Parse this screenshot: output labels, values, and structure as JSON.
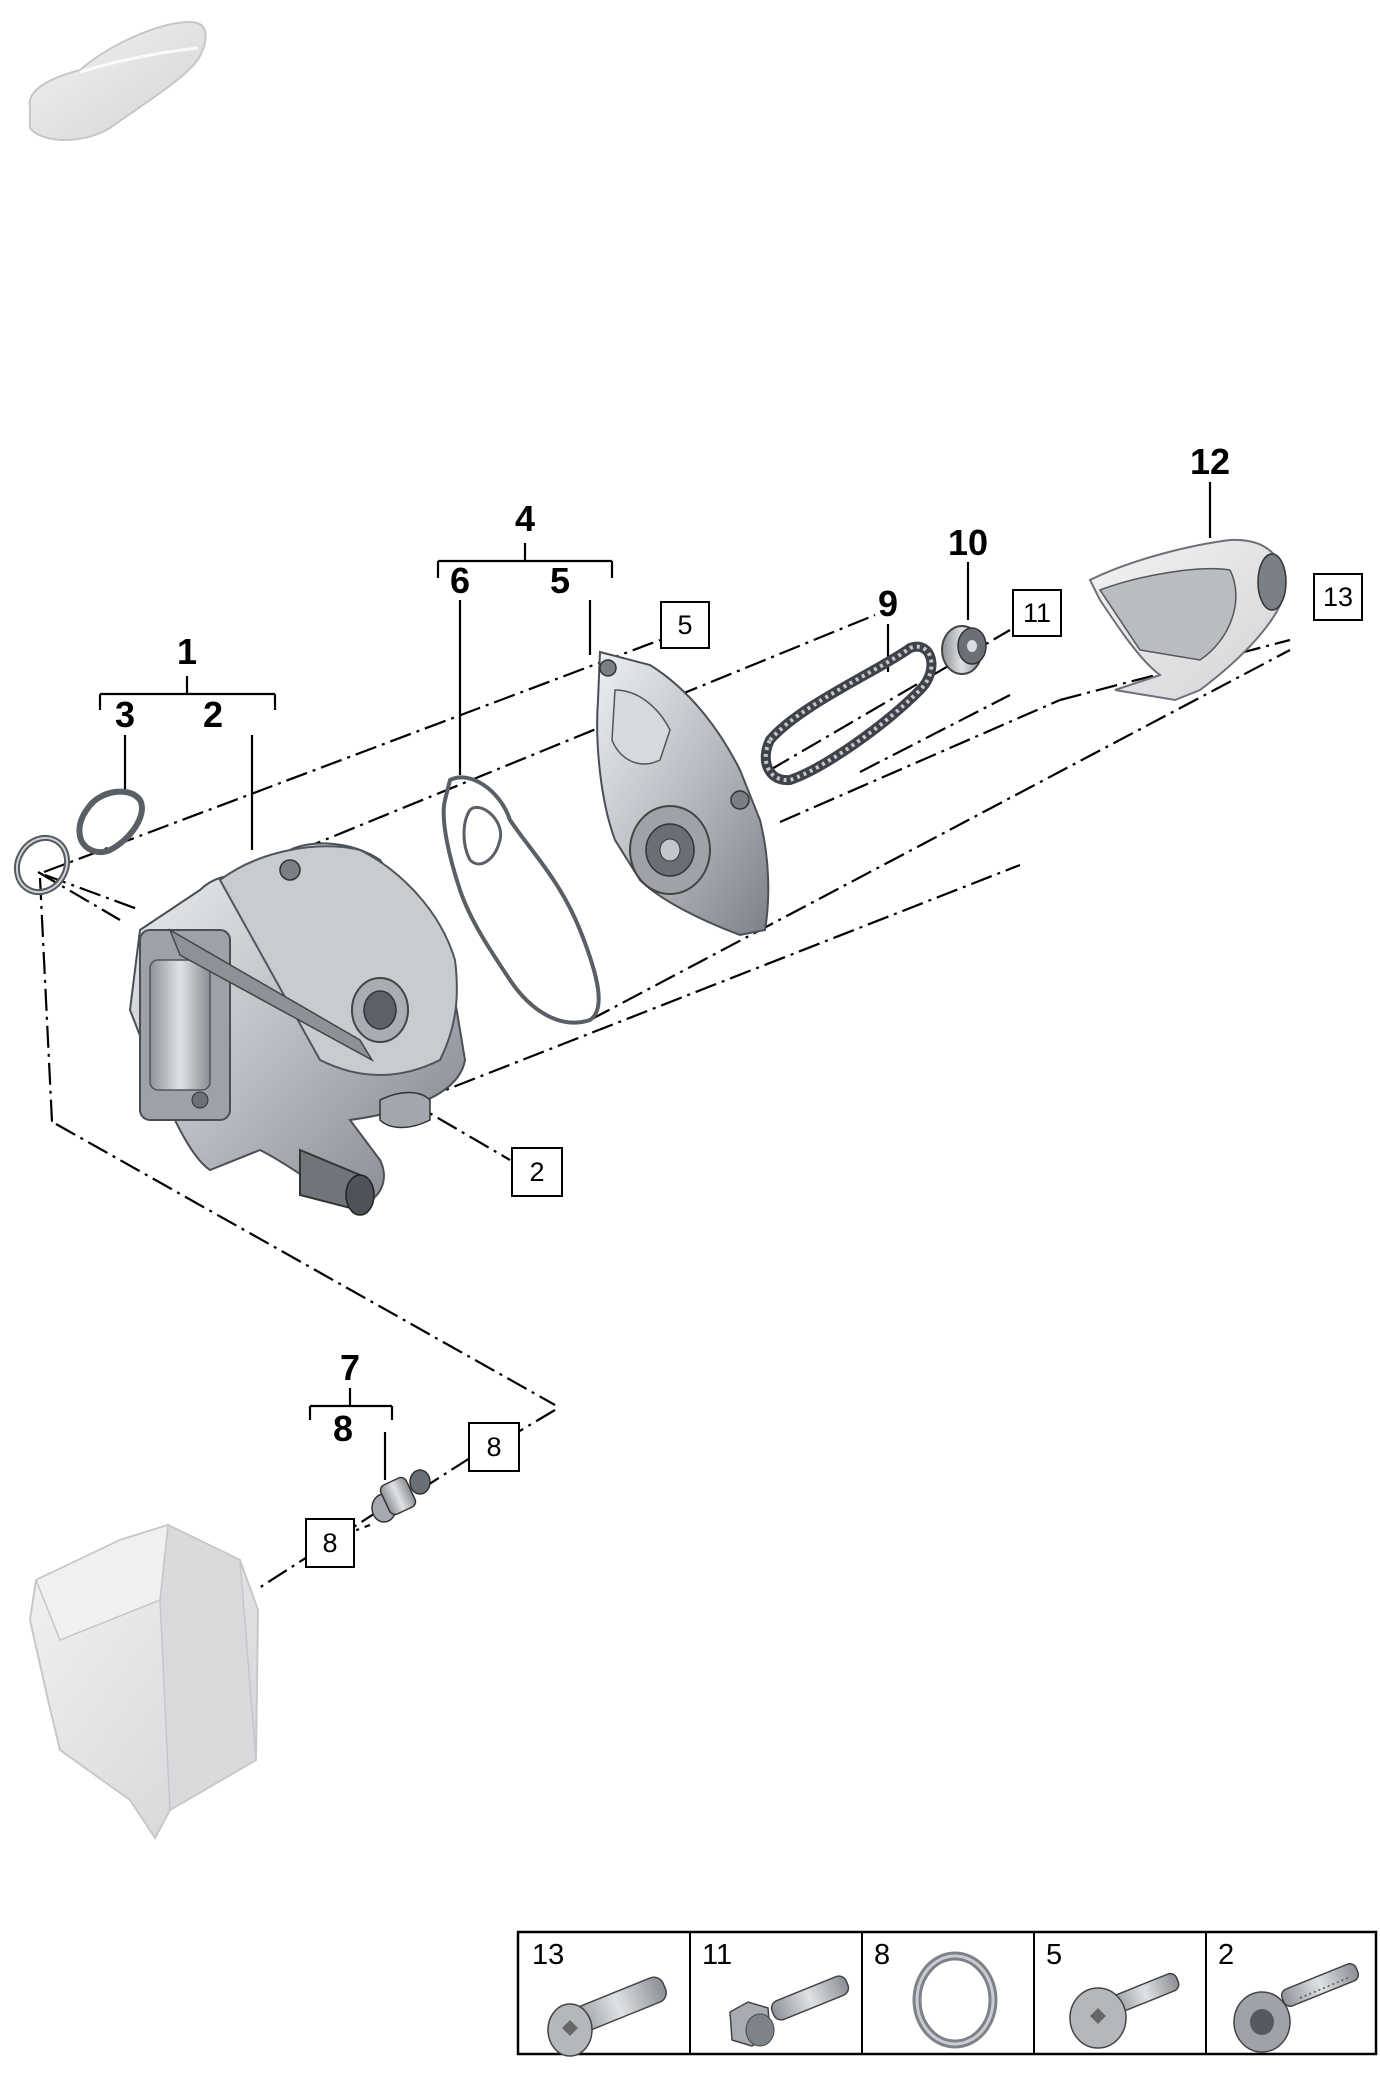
{
  "diagram": {
    "callouts": {
      "c1": "1",
      "c2": "2",
      "c3": "3",
      "c4": "4",
      "c5": "5",
      "c6": "6",
      "c7": "7",
      "c8": "8",
      "c9": "9",
      "c10": "10",
      "c12": "12"
    },
    "boxed_refs": {
      "b2": "2",
      "b5": "5",
      "b8a": "8",
      "b8b": "8",
      "b11": "11",
      "b13": "13"
    },
    "fastener_table": [
      {
        "number": "13",
        "icon": "torx-bolt-icon"
      },
      {
        "number": "11",
        "icon": "hex-flange-bolt-icon"
      },
      {
        "number": "8",
        "icon": "o-ring-icon"
      },
      {
        "number": "5",
        "icon": "torx-flange-screw-icon"
      },
      {
        "number": "2",
        "icon": "threaded-stud-bolt-icon"
      }
    ]
  },
  "colors": {
    "part_metal": "#b8bcc2",
    "part_dark": "#6e737a",
    "part_light": "#e6e8eb",
    "ghost_part": "#e2e2e4",
    "line": "#000000"
  }
}
